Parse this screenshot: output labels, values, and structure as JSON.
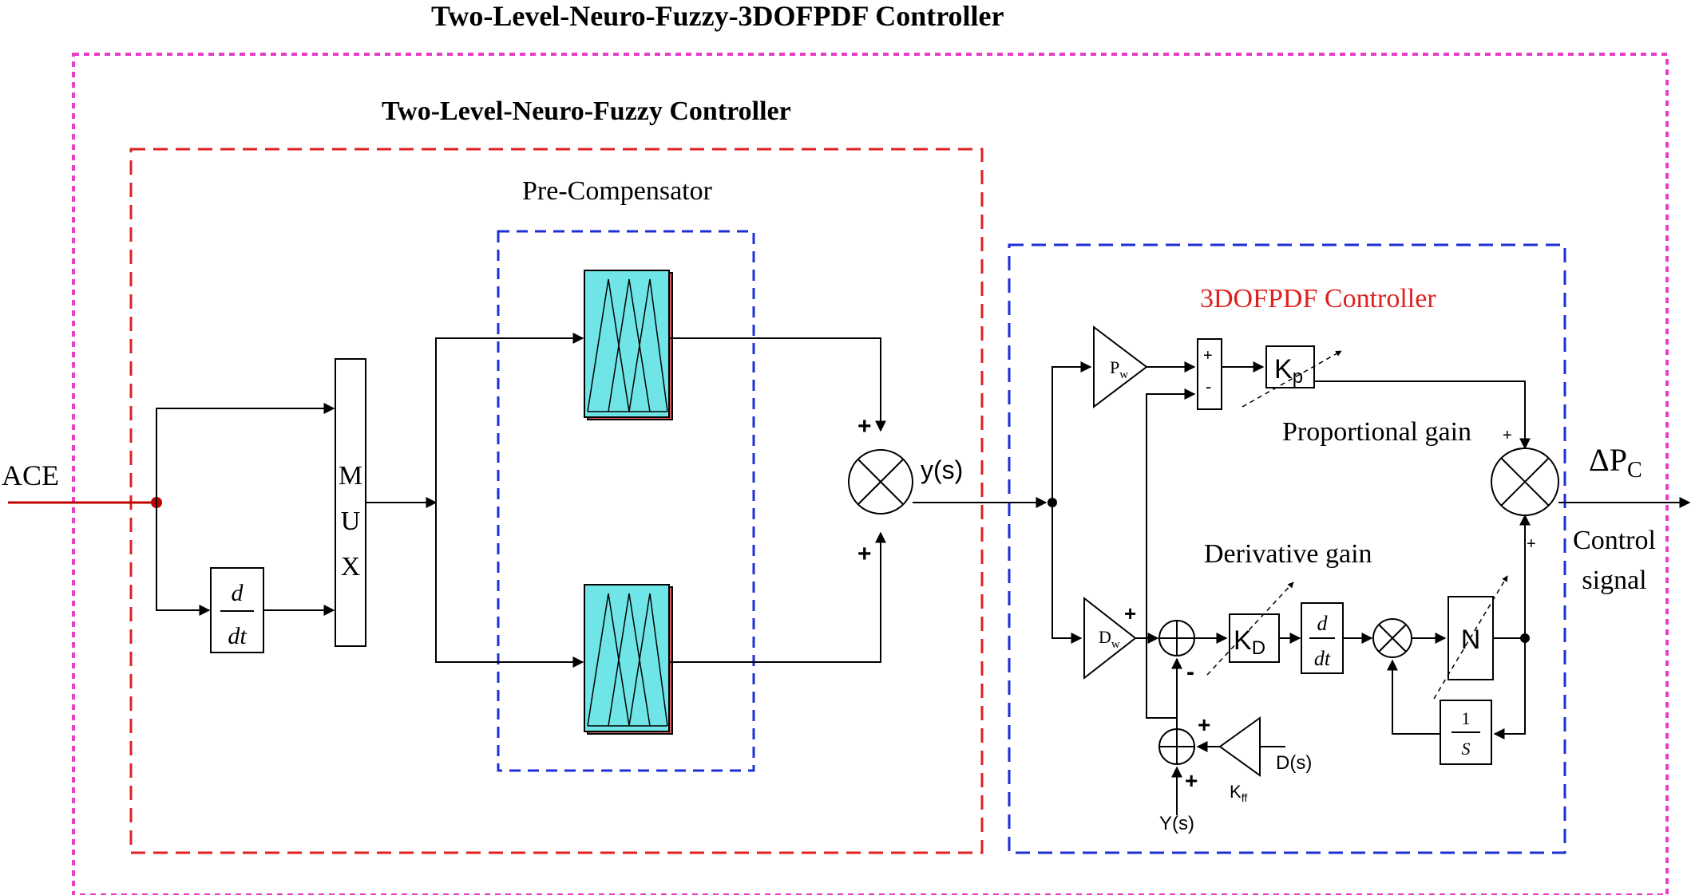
{
  "titles": {
    "outer": "Two-Level-Neuro-Fuzzy-3DOFPDF Controller",
    "inner": "Two-Level-Neuro-Fuzzy Controller",
    "precomp": "Pre-Compensator",
    "pdf": "3DOFPDF Controller"
  },
  "labels": {
    "input": "ACE",
    "derivative_num": "d",
    "derivative_den": "dt",
    "mux": [
      "M",
      "U",
      "X"
    ],
    "ys": "y(s)",
    "pw": "P",
    "pw_sub": "w",
    "dw": "D",
    "dw_sub": "w",
    "kp": "K",
    "kp_sub": "p",
    "kd": "K",
    "kd_sub": "D",
    "n": "N",
    "integ_num": "1",
    "integ_den": "S",
    "kff": "K",
    "kff_sub": "ff",
    "ds": "D(s)",
    "ys_big": "Y(s)",
    "proportional_gain": "Proportional gain",
    "derivative_gain": "Derivative gain",
    "output_delta": "ΔP",
    "output_sub": "C",
    "control_line1": "Control",
    "control_line2": "signal"
  },
  "signs": {
    "plus": "+",
    "minus": "-"
  },
  "colors": {
    "outer_border": "#e83ec8",
    "inner_border": "#e02020",
    "blue_border": "#1f2fd6",
    "fuzzy_fill": "#6fe5e8",
    "fuzzy_shadow": "#e06060",
    "input_line": "#c00000",
    "pdf_title": "#e02020"
  }
}
